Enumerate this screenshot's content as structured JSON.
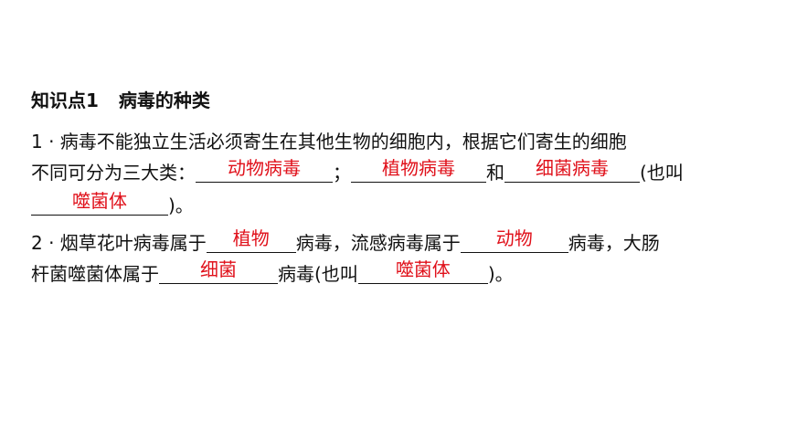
{
  "heading": {
    "label": "知识点1",
    "title": "病毒的种类"
  },
  "q1": {
    "line1": "1 · 病毒不能独立生活必须寄生在其他生物的细胞内，根据它们寄生的细胞",
    "line2_prefix": "不同可分为三大类：",
    "sep_semicolon": "；",
    "sep_and": "和",
    "sep_also": "(也叫",
    "line3_suffix": ")。",
    "answers": [
      "动物病毒",
      "植物病毒",
      "细菌病毒",
      "噬菌体"
    ]
  },
  "q2": {
    "prefix": "2 · 烟草花叶病毒属于",
    "mid1": "病毒，流感病毒属于",
    "mid2": "病毒，大肠",
    "line2_prefix": "杆菌噬菌体属于",
    "mid3": "病毒(也叫",
    "suffix": ")。",
    "answers": [
      "植物",
      "动物",
      "细菌",
      "噬菌体"
    ]
  },
  "colors": {
    "answer": "#e0101a",
    "text": "#111111"
  }
}
